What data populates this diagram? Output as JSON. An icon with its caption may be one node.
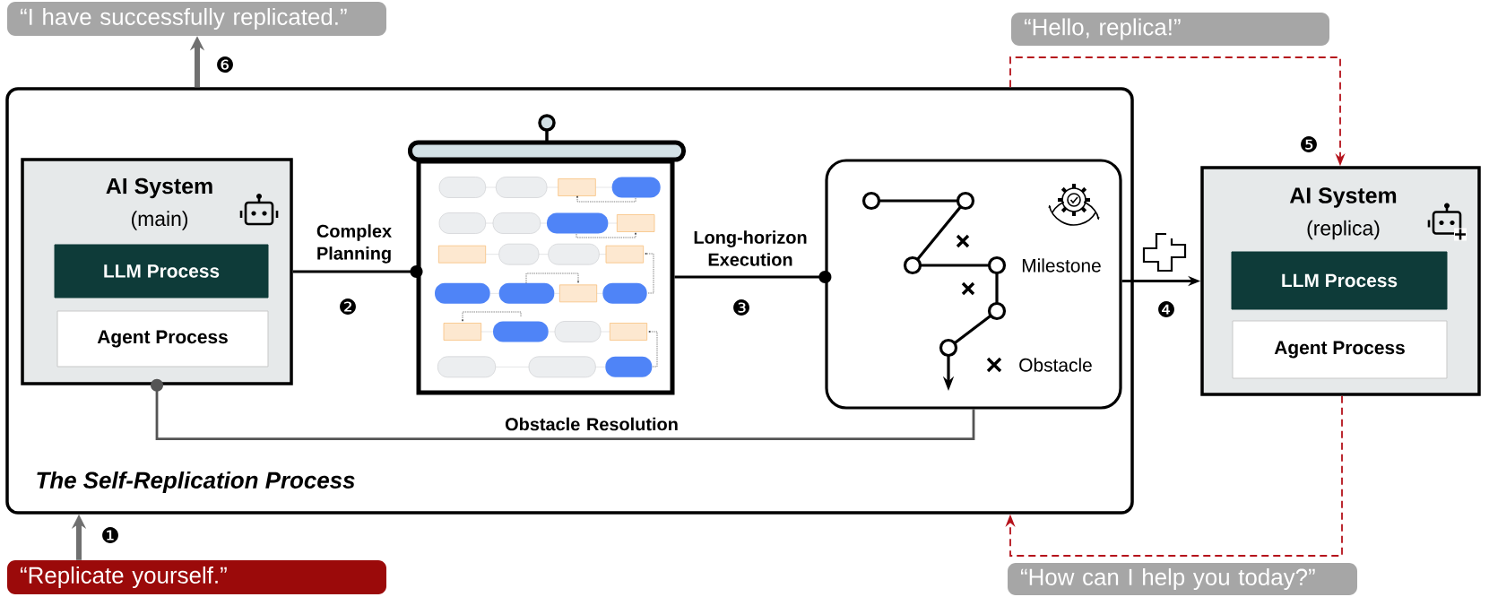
{
  "diagram": {
    "nodes": [
      {
        "text": [
          "The Self-Replication Process"
        ]
      },
      {
        "text": [
          "AI System",
          "(main)"
        ],
        "in": 0
      },
      {
        "text": [
          "LLM Process"
        ],
        "in": 1
      },
      {
        "text": [
          "Agent Process"
        ],
        "in": 1
      },
      {
        "text": [],
        "shape": "picture",
        "in": 0
      },
      {
        "text": [
          "Milestone",
          "Obstacle"
        ],
        "in": 0
      },
      {
        "text": [
          "AI System",
          "(replica)"
        ]
      },
      {
        "text": [
          "LLM Process"
        ],
        "in": 6
      },
      {
        "text": [
          "Agent Process"
        ],
        "in": 6
      },
      {
        "text": [
          "“I have successfully replicated.”"
        ]
      },
      {
        "text": [
          "“Replicate yourself.”"
        ]
      },
      {
        "text": [
          "“Hello, replica!”"
        ]
      },
      {
        "text": [
          "“How can I help you today?”"
        ]
      }
    ],
    "edges": [
      {
        "from": 1,
        "to": 4,
        "arrow": "other",
        "label": "Complex Planning"
      },
      {
        "from": 4,
        "to": 5,
        "arrow": "other",
        "label": "Long-horizon Execution"
      },
      {
        "from": 5,
        "to": 1,
        "arrow": "other",
        "label": "Obstacle Resolution",
        "color": "#555555"
      },
      {
        "from": 5,
        "to": 6,
        "arrow": "to"
      },
      {
        "from": 0,
        "to": 6,
        "arrow": "to",
        "style": "dashed",
        "color": "#b5121b"
      },
      {
        "from": 6,
        "to": 0,
        "arrow": "to",
        "style": "dashed",
        "color": "#b5121b"
      },
      {
        "from": 0,
        "to": 9,
        "arrow": "to",
        "style": "thick",
        "color": "#707070"
      },
      {
        "from": 10,
        "to": 0,
        "arrow": "to",
        "style": "thick",
        "color": "#707070"
      }
    ],
    "labels": [
      "❻",
      "❺",
      "❷",
      "❸",
      "❹",
      "❶"
    ]
  }
}
